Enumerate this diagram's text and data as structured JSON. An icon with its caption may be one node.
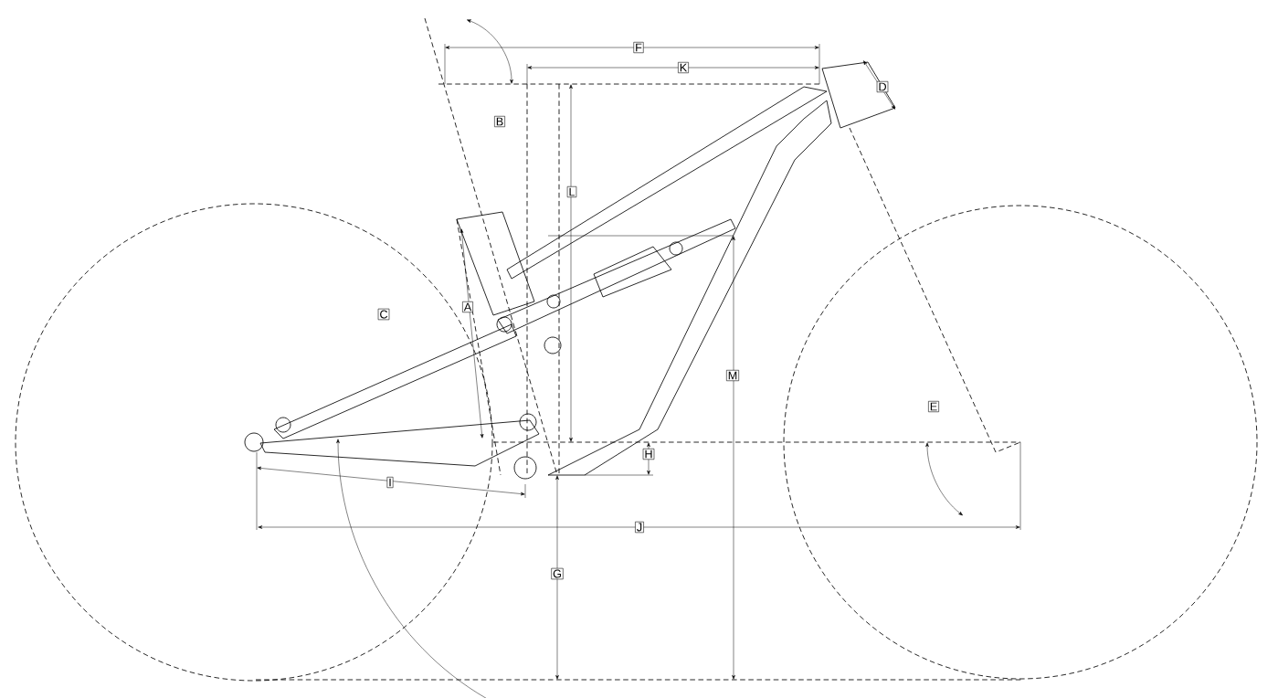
{
  "diagram": {
    "labels": [
      "F",
      "K",
      "D",
      "B",
      "L",
      "A",
      "C",
      "M",
      "E",
      "H",
      "I",
      "J",
      "G"
    ]
  }
}
